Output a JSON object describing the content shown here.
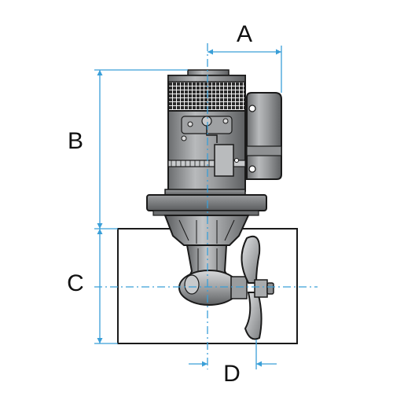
{
  "labels": {
    "a": "A",
    "b": "B",
    "c": "C",
    "d": "D"
  },
  "colors": {
    "dimension_line": "#3a9fd8",
    "outline": "#1a1a1a",
    "tunnel_fill": "#ffffff",
    "motor_body": "#8a8c8e",
    "motor_dark": "#5f6163",
    "motor_light": "#c9cbcd",
    "housing": "#7d7f81"
  }
}
